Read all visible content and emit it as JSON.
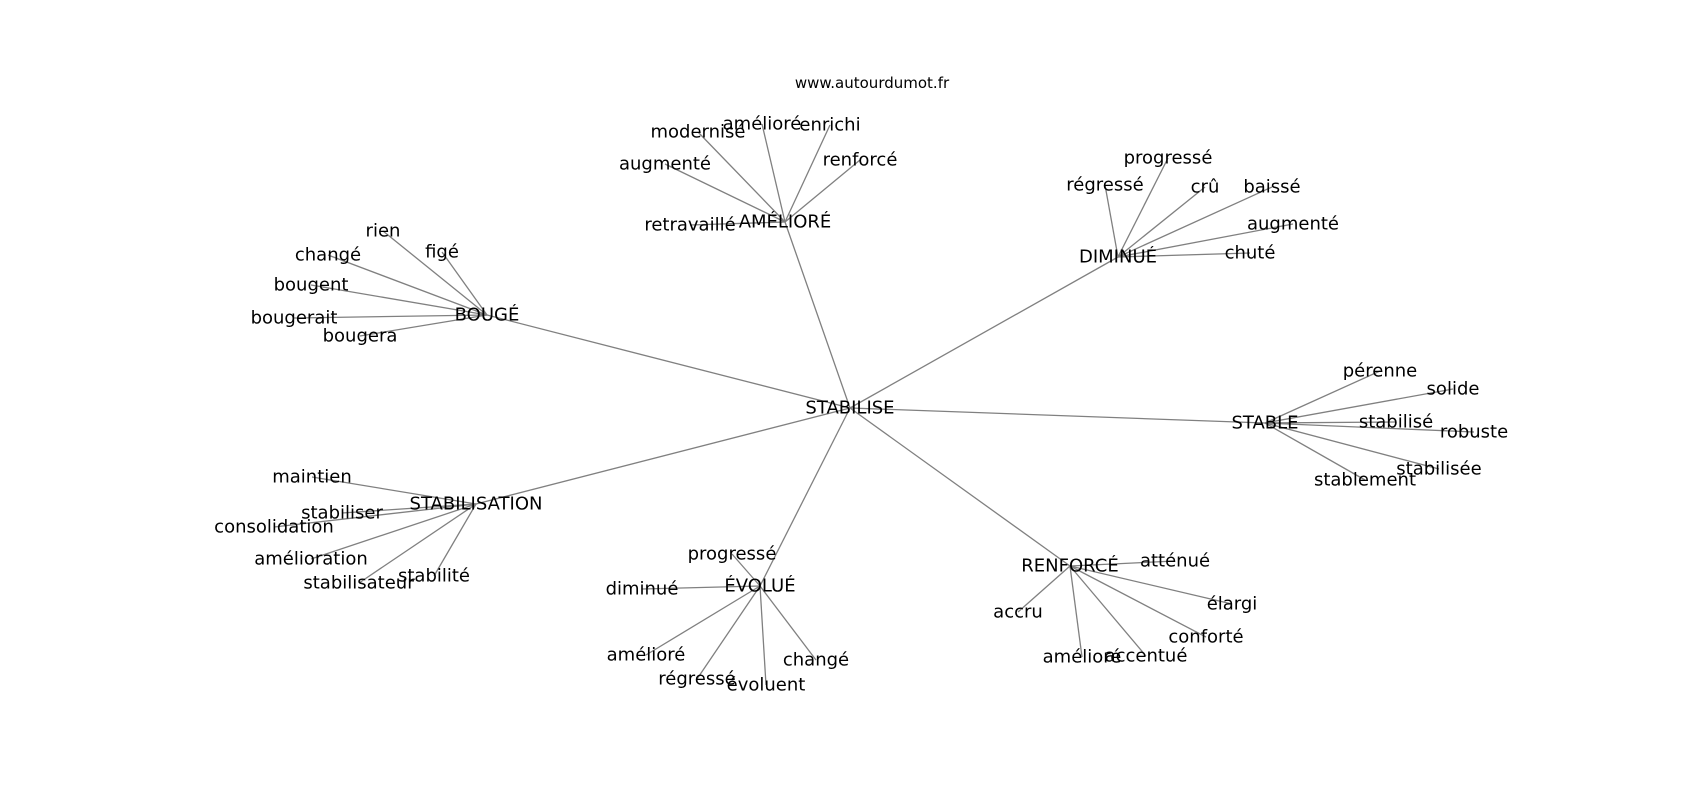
{
  "source": "www.autourdumot.fr",
  "center": "STABILISE",
  "groups": [
    {
      "label": "AMÉLIORÉ",
      "words": [
        "modernisé",
        "amélioré",
        "enrichi",
        "augmenté",
        "renforcé",
        "retravaillé"
      ]
    },
    {
      "label": "DIMINUÉ",
      "words": [
        "progressé",
        "régressé",
        "crû",
        "baissé",
        "augmenté",
        "chuté"
      ]
    },
    {
      "label": "BOUGÉ",
      "words": [
        "rien",
        "figé",
        "changé",
        "bougent",
        "bougerait",
        "bougera"
      ]
    },
    {
      "label": "STABLE",
      "words": [
        "pérenne",
        "solide",
        "stabilisé",
        "robuste",
        "stabilisée",
        "stablement"
      ]
    },
    {
      "label": "STABILISATION",
      "words": [
        "maintien",
        "stabiliser",
        "consolidation",
        "amélioration",
        "stabilisateur",
        "stabilité"
      ]
    },
    {
      "label": "ÉVOLUÉ",
      "words": [
        "progressé",
        "diminué",
        "amélioré",
        "régressé",
        "évoluent",
        "changé"
      ]
    },
    {
      "label": "RENFORCÉ",
      "words": [
        "atténué",
        "accru",
        "élargi",
        "conforté",
        "amélioré",
        "accentué"
      ]
    }
  ]
}
